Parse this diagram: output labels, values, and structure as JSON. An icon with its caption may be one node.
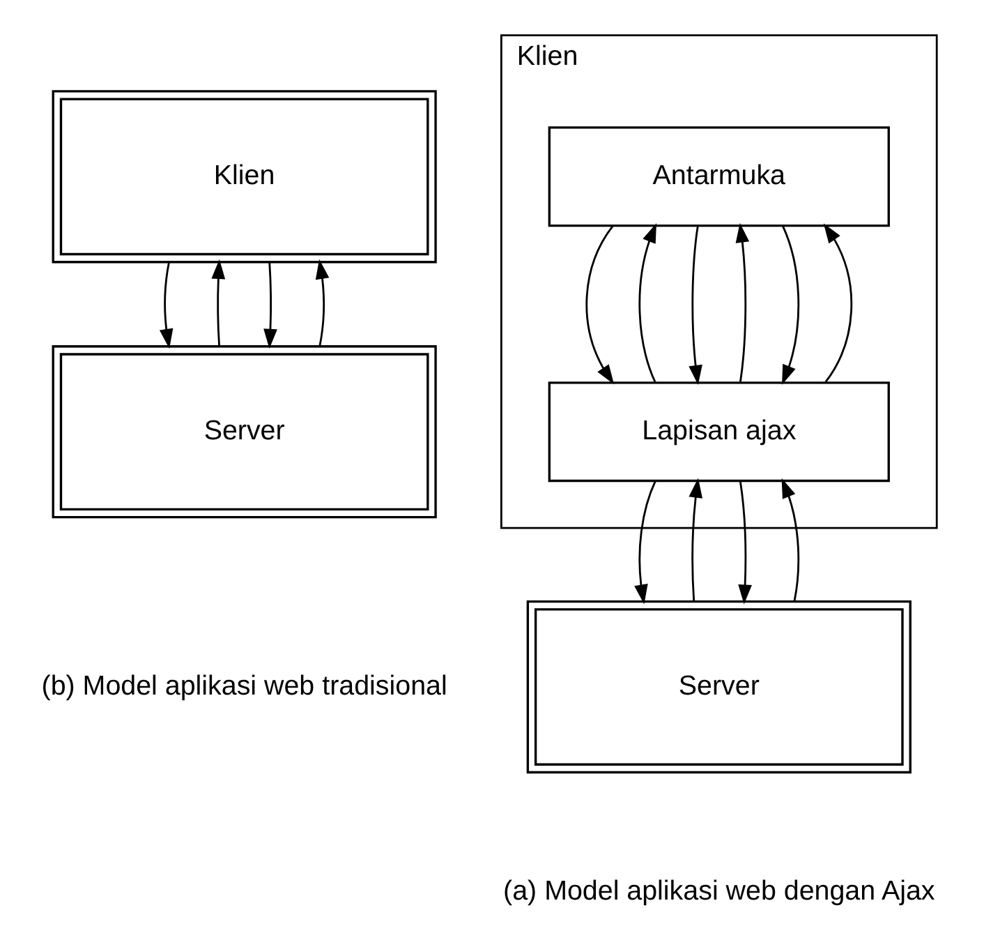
{
  "diagram": {
    "nodes": [
      {
        "text": [
          "Klien"
        ]
      },
      {
        "text": [
          "Server"
        ]
      },
      {
        "text": [
          "Klien"
        ]
      },
      {
        "text": [
          "Antarmuka"
        ],
        "in": 2
      },
      {
        "text": [
          "Lapisan ajax"
        ],
        "in": 2
      },
      {
        "text": [
          "Server"
        ]
      }
    ],
    "edges": [
      {
        "from": 0,
        "to": 1,
        "arrow": "to"
      },
      {
        "from": 1,
        "to": 0,
        "arrow": "to"
      },
      {
        "from": 0,
        "to": 1,
        "arrow": "to"
      },
      {
        "from": 1,
        "to": 0,
        "arrow": "to"
      },
      {
        "from": 3,
        "to": 4,
        "arrow": "to"
      },
      {
        "from": 4,
        "to": 3,
        "arrow": "to"
      },
      {
        "from": 3,
        "to": 4,
        "arrow": "to"
      },
      {
        "from": 4,
        "to": 3,
        "arrow": "to"
      },
      {
        "from": 3,
        "to": 4,
        "arrow": "to"
      },
      {
        "from": 4,
        "to": 3,
        "arrow": "to"
      },
      {
        "from": 4,
        "to": 5,
        "arrow": "to"
      },
      {
        "from": 5,
        "to": 4,
        "arrow": "to"
      },
      {
        "from": 4,
        "to": 5,
        "arrow": "to"
      },
      {
        "from": 5,
        "to": 4,
        "arrow": "to"
      }
    ],
    "labels": [
      "(b) Model aplikasi web tradisional",
      "(a) Model aplikasi web dengan Ajax"
    ]
  }
}
